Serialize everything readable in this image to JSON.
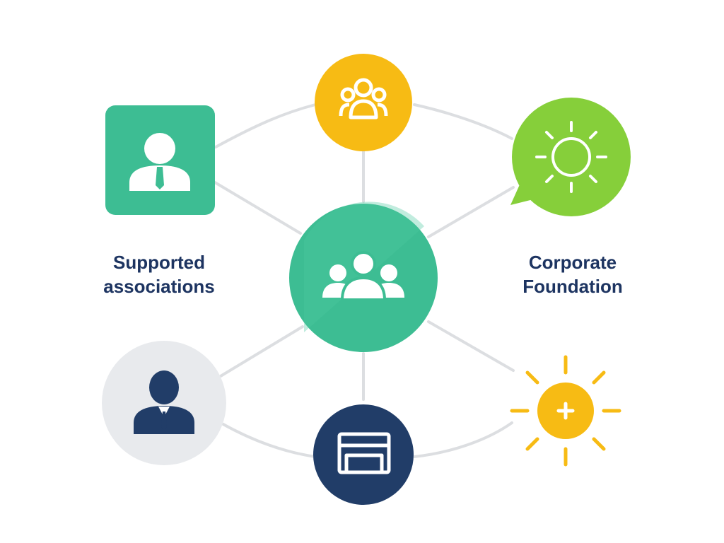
{
  "colors": {
    "teal": "#3dbd93",
    "teal_light": "#4dc9a0",
    "yellow": "#f7bb14",
    "lime": "#86cf3a",
    "navy": "#213d68",
    "light_gray": "#e8eaed",
    "connector": "#dcdee1",
    "label_text": "#1d3461",
    "white": "#ffffff"
  },
  "labels": {
    "supported_associations": [
      "Supported",
      "associations"
    ],
    "corporate_foundation": [
      "Corporate",
      "Foundation"
    ]
  },
  "nodes": [
    {
      "id": "center",
      "shape": "circle",
      "icon": "group-icon",
      "color": "teal"
    },
    {
      "id": "top",
      "shape": "circle",
      "icon": "group-icon",
      "color": "yellow"
    },
    {
      "id": "top-left",
      "shape": "rounded-square",
      "icon": "person-with-tie-icon",
      "color": "teal"
    },
    {
      "id": "top-right",
      "shape": "speech-bubble",
      "icon": "sun-icon",
      "color": "lime"
    },
    {
      "id": "bottom-left",
      "shape": "circle",
      "icon": "businessman-icon",
      "color": "light_gray"
    },
    {
      "id": "bottom",
      "shape": "circle",
      "icon": "window-icon",
      "color": "navy"
    },
    {
      "id": "bottom-right",
      "shape": "sun",
      "icon": "plus-icon",
      "color": "yellow"
    }
  ]
}
